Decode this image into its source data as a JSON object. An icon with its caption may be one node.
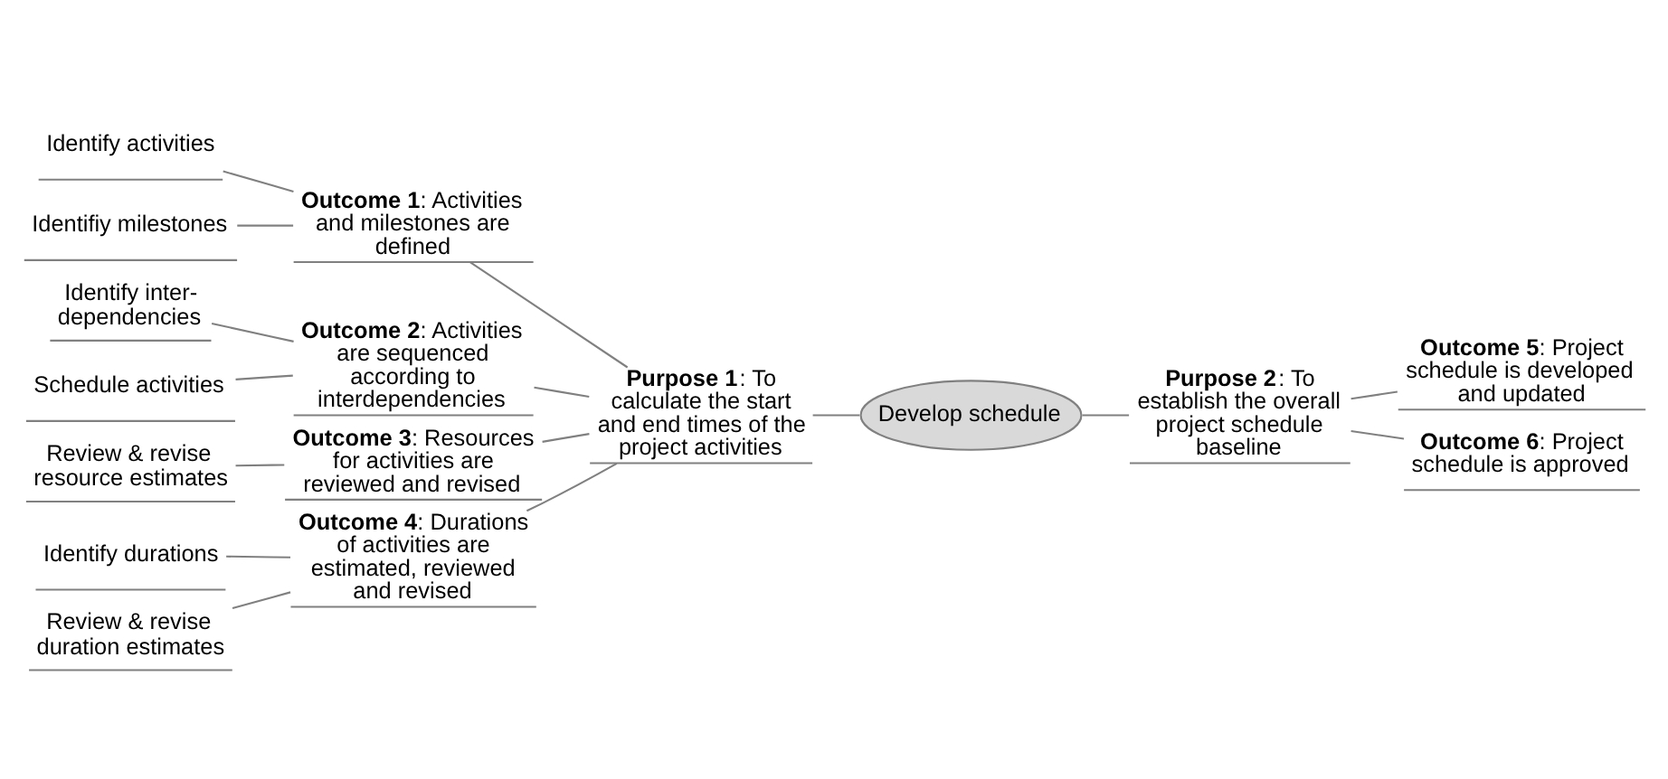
{
  "diagram": {
    "nodes": [
      {
        "text": [
          "Develop schedule"
        ]
      },
      {
        "text": [
          "**Purpose 1**: To calculate the start and end times of the project activities"
        ]
      },
      {
        "text": [
          "**Purpose 2**: To establish the overall project schedule baseline"
        ]
      },
      {
        "text": [
          "**Outcome 1**: Activities and milestones are defined"
        ]
      },
      {
        "text": [
          "**Outcome 2**: Activities are sequenced according to interdependencies"
        ]
      },
      {
        "text": [
          "**Outcome 3**: Resources for activities are reviewed and revised"
        ]
      },
      {
        "text": [
          "**Outcome 4**: Durations of activities are estimated, reviewed and revised"
        ]
      },
      {
        "text": [
          "**Outcome 5**: Project schedule is developed and updated"
        ]
      },
      {
        "text": [
          "**Outcome 6**: Project schedule is approved"
        ]
      },
      {
        "text": [
          "Identify activities"
        ]
      },
      {
        "text": [
          "Identifiy milestones"
        ]
      },
      {
        "text": [
          "Identify inter- dependencies"
        ]
      },
      {
        "text": [
          "Schedule activities"
        ]
      },
      {
        "text": [
          "Review & revise resource estimates"
        ]
      },
      {
        "text": [
          "Identify durations"
        ]
      },
      {
        "text": [
          "Review & revise duration estimates"
        ]
      }
    ],
    "edges": [
      {
        "from": 9,
        "to": 3,
        "arrow": "none"
      },
      {
        "from": 10,
        "to": 3,
        "arrow": "none"
      },
      {
        "from": 11,
        "to": 4,
        "arrow": "none"
      },
      {
        "from": 12,
        "to": 4,
        "arrow": "none"
      },
      {
        "from": 13,
        "to": 5,
        "arrow": "none"
      },
      {
        "from": 14,
        "to": 6,
        "arrow": "none"
      },
      {
        "from": 15,
        "to": 6,
        "arrow": "none"
      },
      {
        "from": 3,
        "to": 1,
        "arrow": "none"
      },
      {
        "from": 4,
        "to": 1,
        "arrow": "none"
      },
      {
        "from": 5,
        "to": 1,
        "arrow": "none"
      },
      {
        "from": 6,
        "to": 1,
        "arrow": "none"
      },
      {
        "from": 1,
        "to": 0,
        "arrow": "none"
      },
      {
        "from": 0,
        "to": 2,
        "arrow": "none"
      },
      {
        "from": 2,
        "to": 7,
        "arrow": "none"
      },
      {
        "from": 2,
        "to": 8,
        "arrow": "none"
      }
    ]
  }
}
